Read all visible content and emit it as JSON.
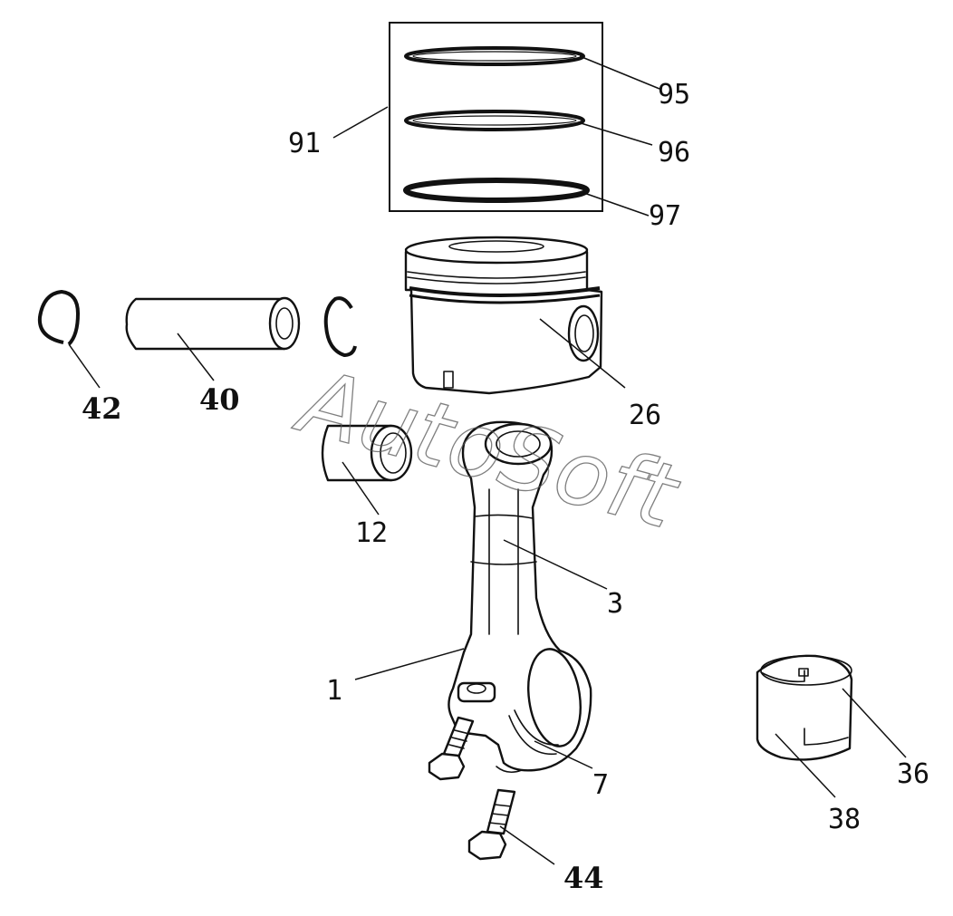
{
  "watermark": "AutoSoft",
  "callouts": {
    "c91": "91",
    "c95": "95",
    "c96": "96",
    "c97": "97",
    "c42": "42",
    "c40": "40",
    "c26": "26",
    "c12": "12",
    "c3": "3",
    "c1": "1",
    "c7": "7",
    "c36": "36",
    "c38": "38",
    "c44": "44"
  },
  "colors": {
    "line": "#111111",
    "background": "#ffffff",
    "watermark": "#555555"
  }
}
